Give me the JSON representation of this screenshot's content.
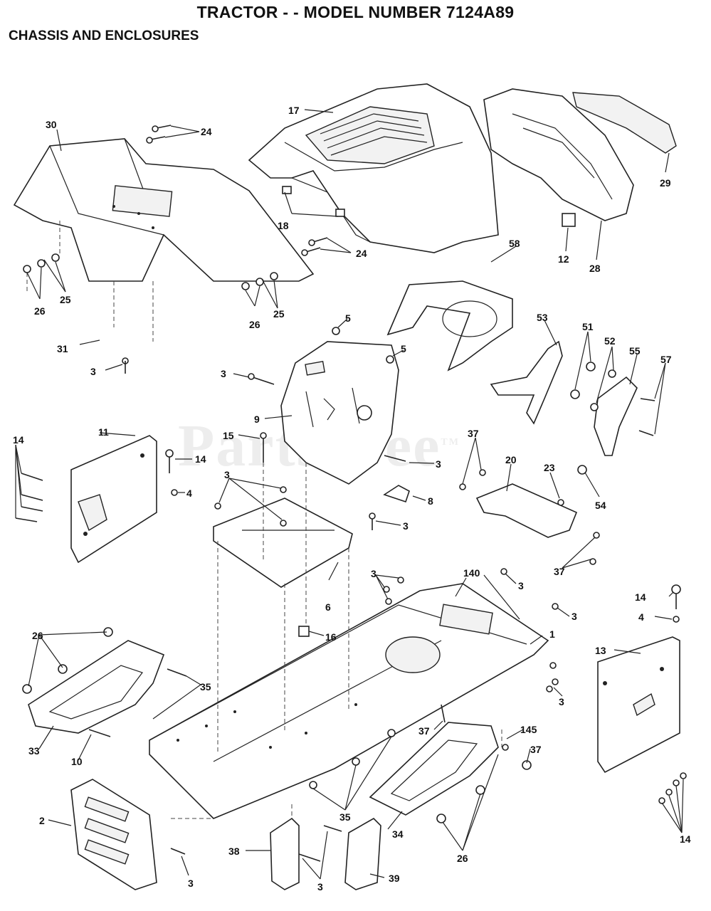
{
  "header": {
    "title": "TRACTOR - - MODEL NUMBER 7124A89",
    "subtitle": "CHASSIS AND ENCLOSURES"
  },
  "watermark": "PartsTree",
  "watermark_tm": "TM",
  "callouts": [
    {
      "id": "c30",
      "text": "30"
    },
    {
      "id": "c24a",
      "text": "24"
    },
    {
      "id": "c17",
      "text": "17"
    },
    {
      "id": "c29",
      "text": "29"
    },
    {
      "id": "c18",
      "text": "18"
    },
    {
      "id": "c12",
      "text": "12"
    },
    {
      "id": "c28",
      "text": "28"
    },
    {
      "id": "c24b",
      "text": "24"
    },
    {
      "id": "c58",
      "text": "58"
    },
    {
      "id": "c26a",
      "text": "26"
    },
    {
      "id": "c25a",
      "text": "25"
    },
    {
      "id": "c26b",
      "text": "26"
    },
    {
      "id": "c25b",
      "text": "25"
    },
    {
      "id": "c5a",
      "text": "5"
    },
    {
      "id": "c5b",
      "text": "5"
    },
    {
      "id": "c53",
      "text": "53"
    },
    {
      "id": "c51",
      "text": "51"
    },
    {
      "id": "c52",
      "text": "52"
    },
    {
      "id": "c55",
      "text": "55"
    },
    {
      "id": "c57",
      "text": "57"
    },
    {
      "id": "c31",
      "text": "31"
    },
    {
      "id": "c3a",
      "text": "3"
    },
    {
      "id": "c3b",
      "text": "3"
    },
    {
      "id": "c9",
      "text": "9"
    },
    {
      "id": "c11",
      "text": "11"
    },
    {
      "id": "c15",
      "text": "15"
    },
    {
      "id": "c14a",
      "text": "14"
    },
    {
      "id": "c14b",
      "text": "14"
    },
    {
      "id": "c4a",
      "text": "4"
    },
    {
      "id": "c3c",
      "text": "3"
    },
    {
      "id": "c37a",
      "text": "37"
    },
    {
      "id": "c20",
      "text": "20"
    },
    {
      "id": "c23",
      "text": "23"
    },
    {
      "id": "c8",
      "text": "8"
    },
    {
      "id": "c3d",
      "text": "3"
    },
    {
      "id": "c54",
      "text": "54"
    },
    {
      "id": "c3e",
      "text": "3"
    },
    {
      "id": "c37b",
      "text": "37"
    },
    {
      "id": "c3f",
      "text": "3"
    },
    {
      "id": "c140",
      "text": "140"
    },
    {
      "id": "c3g",
      "text": "3"
    },
    {
      "id": "c6",
      "text": "6"
    },
    {
      "id": "c3h",
      "text": "3"
    },
    {
      "id": "c14c",
      "text": "14"
    },
    {
      "id": "c4b",
      "text": "4"
    },
    {
      "id": "c16",
      "text": "16"
    },
    {
      "id": "c1",
      "text": "1"
    },
    {
      "id": "c13",
      "text": "13"
    },
    {
      "id": "c26c",
      "text": "26"
    },
    {
      "id": "c35a",
      "text": "35"
    },
    {
      "id": "c3i",
      "text": "3"
    },
    {
      "id": "c37c",
      "text": "37"
    },
    {
      "id": "c145",
      "text": "145"
    },
    {
      "id": "c33",
      "text": "33"
    },
    {
      "id": "c10",
      "text": "10"
    },
    {
      "id": "c37d",
      "text": "37"
    },
    {
      "id": "c35b",
      "text": "35"
    },
    {
      "id": "c2",
      "text": "2"
    },
    {
      "id": "c34",
      "text": "34"
    },
    {
      "id": "c14d",
      "text": "14"
    },
    {
      "id": "c38",
      "text": "38"
    },
    {
      "id": "c39",
      "text": "39"
    },
    {
      "id": "c26d",
      "text": "26"
    },
    {
      "id": "c3j",
      "text": "3"
    },
    {
      "id": "c3k",
      "text": "3"
    }
  ]
}
